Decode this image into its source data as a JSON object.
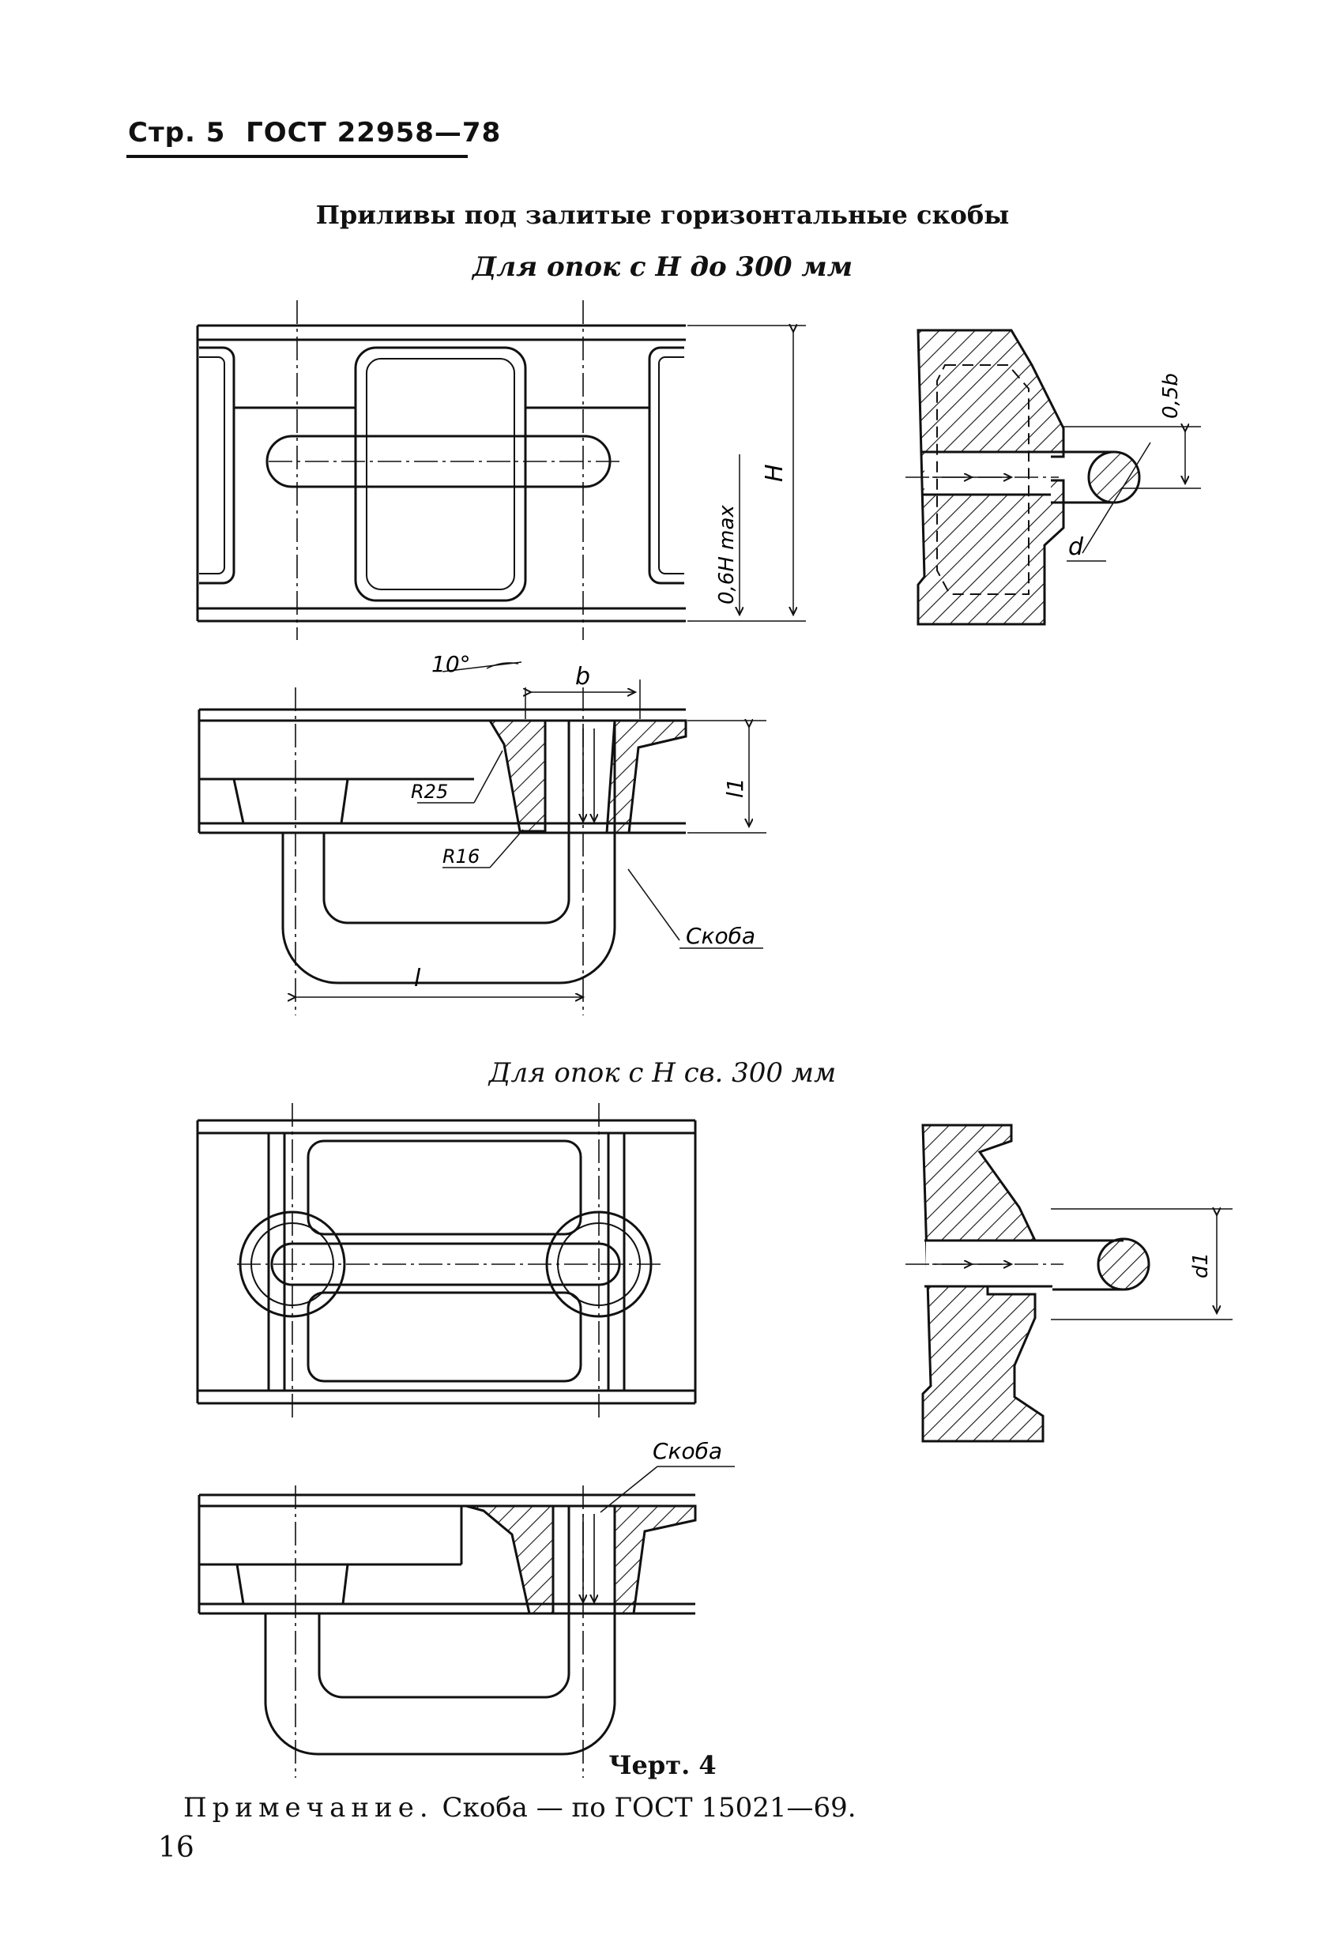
{
  "header": {
    "page": "Стр. 5",
    "standard": "ГОСТ 22958—78"
  },
  "title": "Приливы под залитые горизонтальные скобы",
  "section1": {
    "subtitle": "Для опок с H до 300 мм",
    "labels": {
      "H": "H",
      "h06": "0,6H max",
      "half_b": "0,5b",
      "d": "d",
      "angle": "10°",
      "b": "b",
      "l1": "l1",
      "R25": "R25",
      "R16": "R16",
      "bracket": "Скоба",
      "l": "l"
    }
  },
  "section2": {
    "subtitle": "Для опок с H св. 300 мм",
    "labels": {
      "d1": "d1",
      "bracket": "Скоба"
    }
  },
  "caption": "Черт. 4",
  "note": {
    "label": "Примечание.",
    "text": "Скоба — по ГОСТ 15021—69."
  },
  "page_number": "16"
}
